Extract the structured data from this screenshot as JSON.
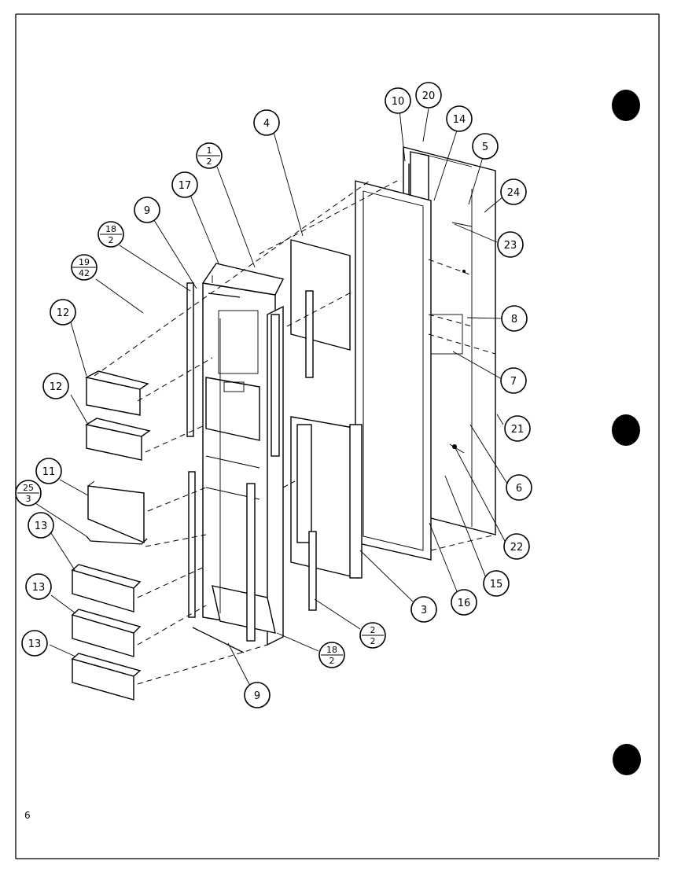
{
  "page": {
    "number": "6"
  },
  "callouts": [
    {
      "id": "c10",
      "top": "10"
    },
    {
      "id": "c20",
      "top": "20"
    },
    {
      "id": "c14",
      "top": "14"
    },
    {
      "id": "c5",
      "top": "5"
    },
    {
      "id": "c24",
      "top": "24"
    },
    {
      "id": "c23",
      "top": "23"
    },
    {
      "id": "c4",
      "top": "4"
    },
    {
      "id": "c1-2",
      "top": "1",
      "bottom": "2"
    },
    {
      "id": "c17",
      "top": "17"
    },
    {
      "id": "c9a",
      "top": "9"
    },
    {
      "id": "c18-2a",
      "top": "18",
      "bottom": "2"
    },
    {
      "id": "c19-42",
      "top": "19",
      "bottom": "42"
    },
    {
      "id": "c12a",
      "top": "12"
    },
    {
      "id": "c12b",
      "top": "12"
    },
    {
      "id": "c11",
      "top": "11"
    },
    {
      "id": "c25-3",
      "top": "25",
      "bottom": "3"
    },
    {
      "id": "c13a",
      "top": "13"
    },
    {
      "id": "c13b",
      "top": "13"
    },
    {
      "id": "c13c",
      "top": "13"
    },
    {
      "id": "c8",
      "top": "8"
    },
    {
      "id": "c7",
      "top": "7"
    },
    {
      "id": "c21",
      "top": "21"
    },
    {
      "id": "c6",
      "top": "6"
    },
    {
      "id": "c22",
      "top": "22"
    },
    {
      "id": "c15",
      "top": "15"
    },
    {
      "id": "c16",
      "top": "16"
    },
    {
      "id": "c3",
      "top": "3"
    },
    {
      "id": "c2-2",
      "top": "2",
      "bottom": "2"
    },
    {
      "id": "c18-2b",
      "top": "18",
      "bottom": "2"
    },
    {
      "id": "c9b",
      "top": "9"
    }
  ]
}
